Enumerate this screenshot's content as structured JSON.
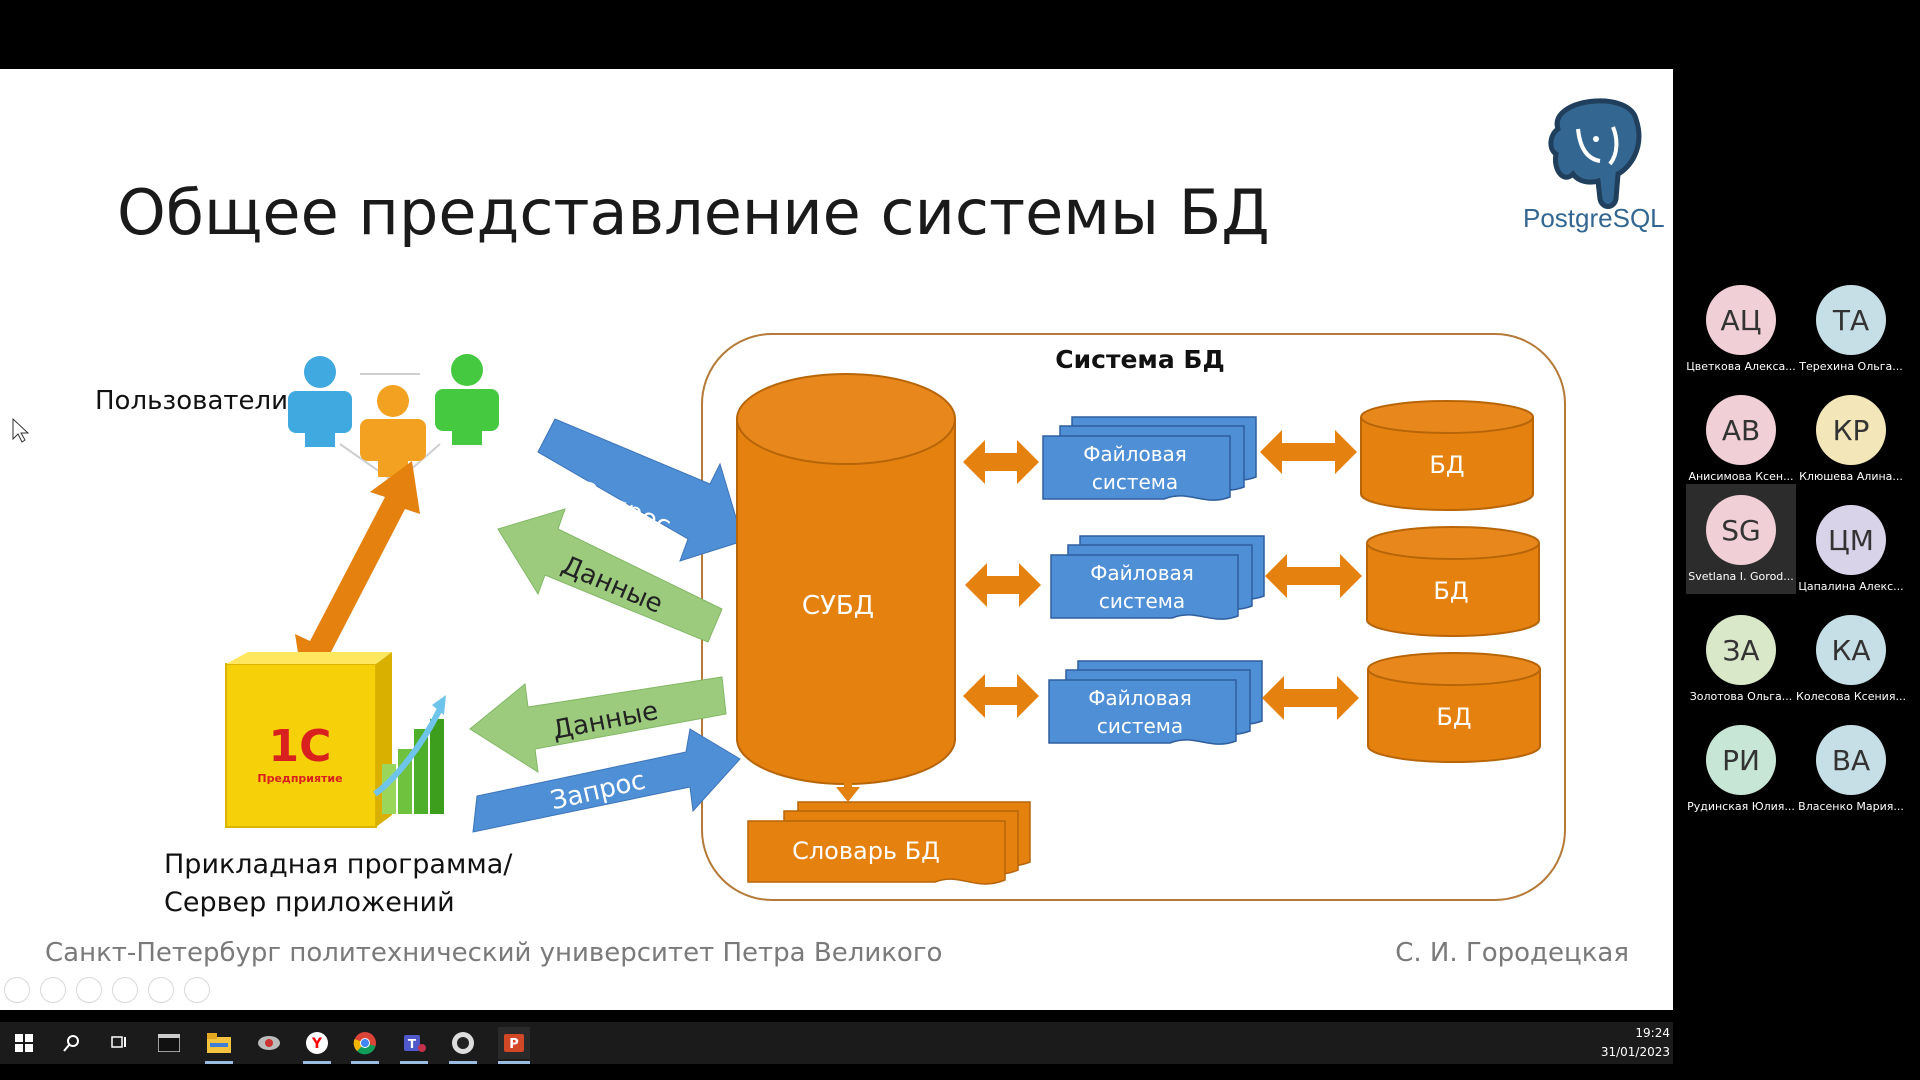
{
  "slide": {
    "title": "Общее представление системы БД",
    "footer_left": "Санкт-Петербург политехнический университет Петра Великого",
    "footer_right": "С. И. Городецкая",
    "logo_text_a": "Postgre",
    "logo_text_b": "SQL"
  },
  "diagram": {
    "users_label": "Пользователи",
    "app_label_line1": "Прикладная программа/",
    "app_label_line2": "Сервер приложений",
    "system_title": "Система  БД",
    "dbms_label": "СУБД",
    "dictionary_label": "Словарь БД",
    "arrow_request": "Запрос",
    "arrow_data": "Данные",
    "fs_line1": "Файловая",
    "fs_line2": "система",
    "db_label": "БД",
    "onec_logo": "1С",
    "onec_sub": "Предприятие"
  },
  "participants": [
    {
      "initials": "АЦ",
      "name": "Цветкова Алекса...",
      "color": "#f0cfd6"
    },
    {
      "initials": "ТА",
      "name": "Терехина Ольга...",
      "color": "#c6dfe6"
    },
    {
      "initials": "АВ",
      "name": "Анисимова Ксен...",
      "color": "#f0cfd6"
    },
    {
      "initials": "КР",
      "name": "Клюшева Алина...",
      "color": "#f3e6b8"
    },
    {
      "initials": "SG",
      "name": "Svetlana I. Gorod...",
      "color": "#f0cfd6"
    },
    {
      "initials": "ЦМ",
      "name": "Цапалина Алекс...",
      "color": "#d9d3ea"
    },
    {
      "initials": "ЗА",
      "name": "Золотова Ольга...",
      "color": "#d9e8c9"
    },
    {
      "initials": "КА",
      "name": "Колесова Ксения...",
      "color": "#c6dfe6"
    },
    {
      "initials": "РИ",
      "name": "Рудинская Юлия...",
      "color": "#c8e6d6"
    },
    {
      "initials": "ВА",
      "name": "Власенко Мария...",
      "color": "#c6dfe6"
    }
  ],
  "taskbar": {
    "time": "19:24",
    "date": "31/01/2023"
  },
  "colors": {
    "orange": "#E5810F",
    "blue": "#4F8FD6",
    "green": "#9CCB7E",
    "border": "#B57A37"
  }
}
